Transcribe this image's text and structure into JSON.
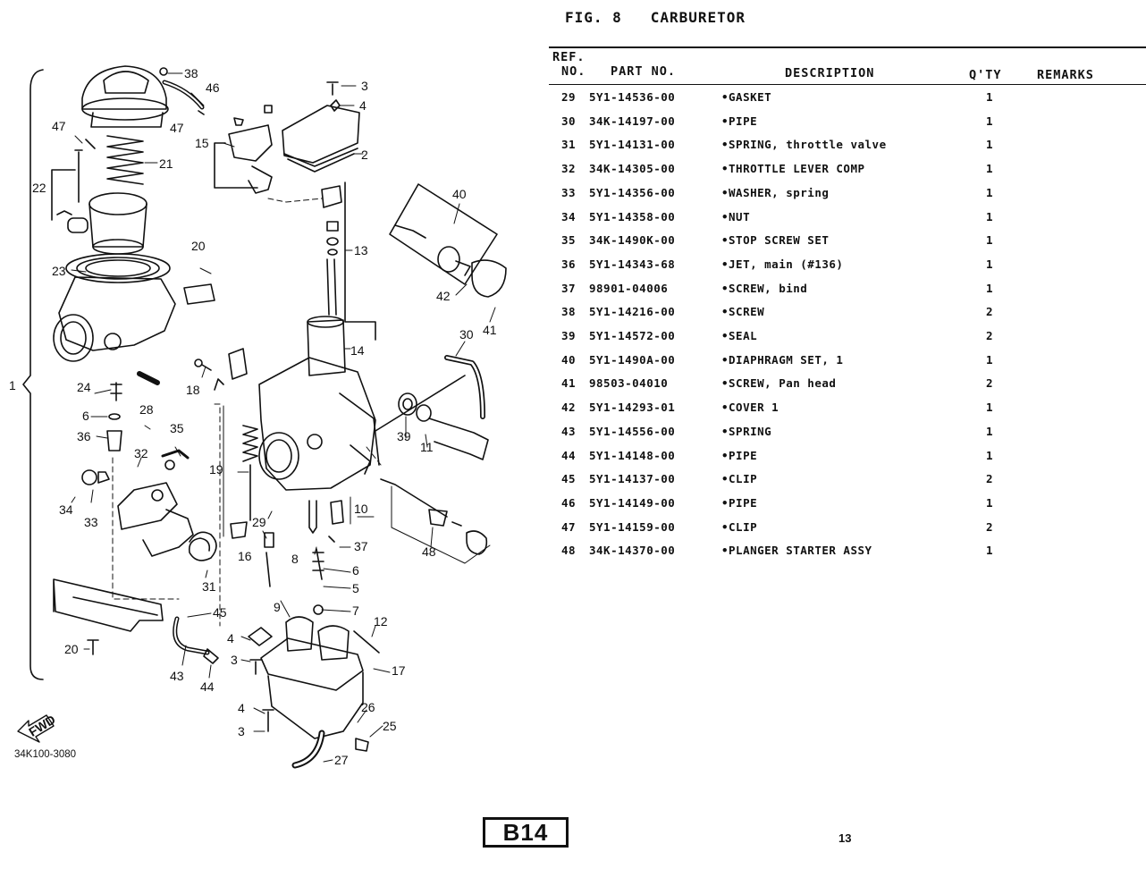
{
  "figure": {
    "label": "FIG. 8",
    "name": "CARBURETOR"
  },
  "headers": {
    "ref_line1": "REF.",
    "ref_line2": "NO.",
    "part_no": "PART NO.",
    "description": "DESCRIPTION",
    "qty": "Q'TY",
    "remarks": "REMARKS"
  },
  "parts": [
    {
      "ref": "29",
      "part_no": "5Y1-14536-00",
      "description": "•GASKET",
      "qty": "1",
      "remarks": ""
    },
    {
      "ref": "30",
      "part_no": "34K-14197-00",
      "description": "•PIPE",
      "qty": "1",
      "remarks": ""
    },
    {
      "ref": "31",
      "part_no": "5Y1-14131-00",
      "description": "•SPRING, throttle valve",
      "qty": "1",
      "remarks": ""
    },
    {
      "ref": "32",
      "part_no": "34K-14305-00",
      "description": "•THROTTLE LEVER COMP",
      "qty": "1",
      "remarks": ""
    },
    {
      "ref": "33",
      "part_no": "5Y1-14356-00",
      "description": "•WASHER, spring",
      "qty": "1",
      "remarks": ""
    },
    {
      "ref": "34",
      "part_no": "5Y1-14358-00",
      "description": "•NUT",
      "qty": "1",
      "remarks": ""
    },
    {
      "ref": "35",
      "part_no": "34K-1490K-00",
      "description": "•STOP SCREW SET",
      "qty": "1",
      "remarks": ""
    },
    {
      "ref": "36",
      "part_no": "5Y1-14343-68",
      "description": "•JET, main (#136)",
      "qty": "1",
      "remarks": ""
    },
    {
      "ref": "37",
      "part_no": "98901-04006",
      "description": "•SCREW, bind",
      "qty": "1",
      "remarks": ""
    },
    {
      "ref": "38",
      "part_no": "5Y1-14216-00",
      "description": "•SCREW",
      "qty": "2",
      "remarks": ""
    },
    {
      "ref": "39",
      "part_no": "5Y1-14572-00",
      "description": "•SEAL",
      "qty": "2",
      "remarks": ""
    },
    {
      "ref": "40",
      "part_no": "5Y1-1490A-00",
      "description": "•DIAPHRAGM SET, 1",
      "qty": "1",
      "remarks": ""
    },
    {
      "ref": "41",
      "part_no": "98503-04010",
      "description": "•SCREW, Pan head",
      "qty": "2",
      "remarks": ""
    },
    {
      "ref": "42",
      "part_no": "5Y1-14293-01",
      "description": "•COVER 1",
      "qty": "1",
      "remarks": ""
    },
    {
      "ref": "43",
      "part_no": "5Y1-14556-00",
      "description": "•SPRING",
      "qty": "1",
      "remarks": ""
    },
    {
      "ref": "44",
      "part_no": "5Y1-14148-00",
      "description": "•PIPE",
      "qty": "1",
      "remarks": ""
    },
    {
      "ref": "45",
      "part_no": "5Y1-14137-00",
      "description": "•CLIP",
      "qty": "2",
      "remarks": ""
    },
    {
      "ref": "46",
      "part_no": "5Y1-14149-00",
      "description": "•PIPE",
      "qty": "1",
      "remarks": ""
    },
    {
      "ref": "47",
      "part_no": "5Y1-14159-00",
      "description": "•CLIP",
      "qty": "2",
      "remarks": ""
    },
    {
      "ref": "48",
      "part_no": "34K-14370-00",
      "description": "•PLANGER STARTER ASSY",
      "qty": "1",
      "remarks": ""
    }
  ],
  "diagram": {
    "callouts": [
      "1",
      "2",
      "3",
      "4",
      "5",
      "6",
      "7",
      "8",
      "9",
      "10",
      "11",
      "12",
      "13",
      "14",
      "15",
      "16",
      "17",
      "18",
      "19",
      "20",
      "21",
      "22",
      "23",
      "24",
      "25",
      "26",
      "27",
      "28",
      "29",
      "30",
      "31",
      "32",
      "33",
      "34",
      "35",
      "36",
      "37",
      "38",
      "39",
      "40",
      "41",
      "42",
      "43",
      "44",
      "45",
      "46",
      "47",
      "48"
    ],
    "extra_callouts": {
      "c3b": "3",
      "c3c": "3",
      "c4b": "4",
      "c4c": "4",
      "c20b": "20",
      "c6b": "6",
      "c47b": "47"
    },
    "fwd": "FWD",
    "code": "34K100-3080"
  },
  "footer": {
    "page_code": "B14",
    "page_number": "13"
  }
}
